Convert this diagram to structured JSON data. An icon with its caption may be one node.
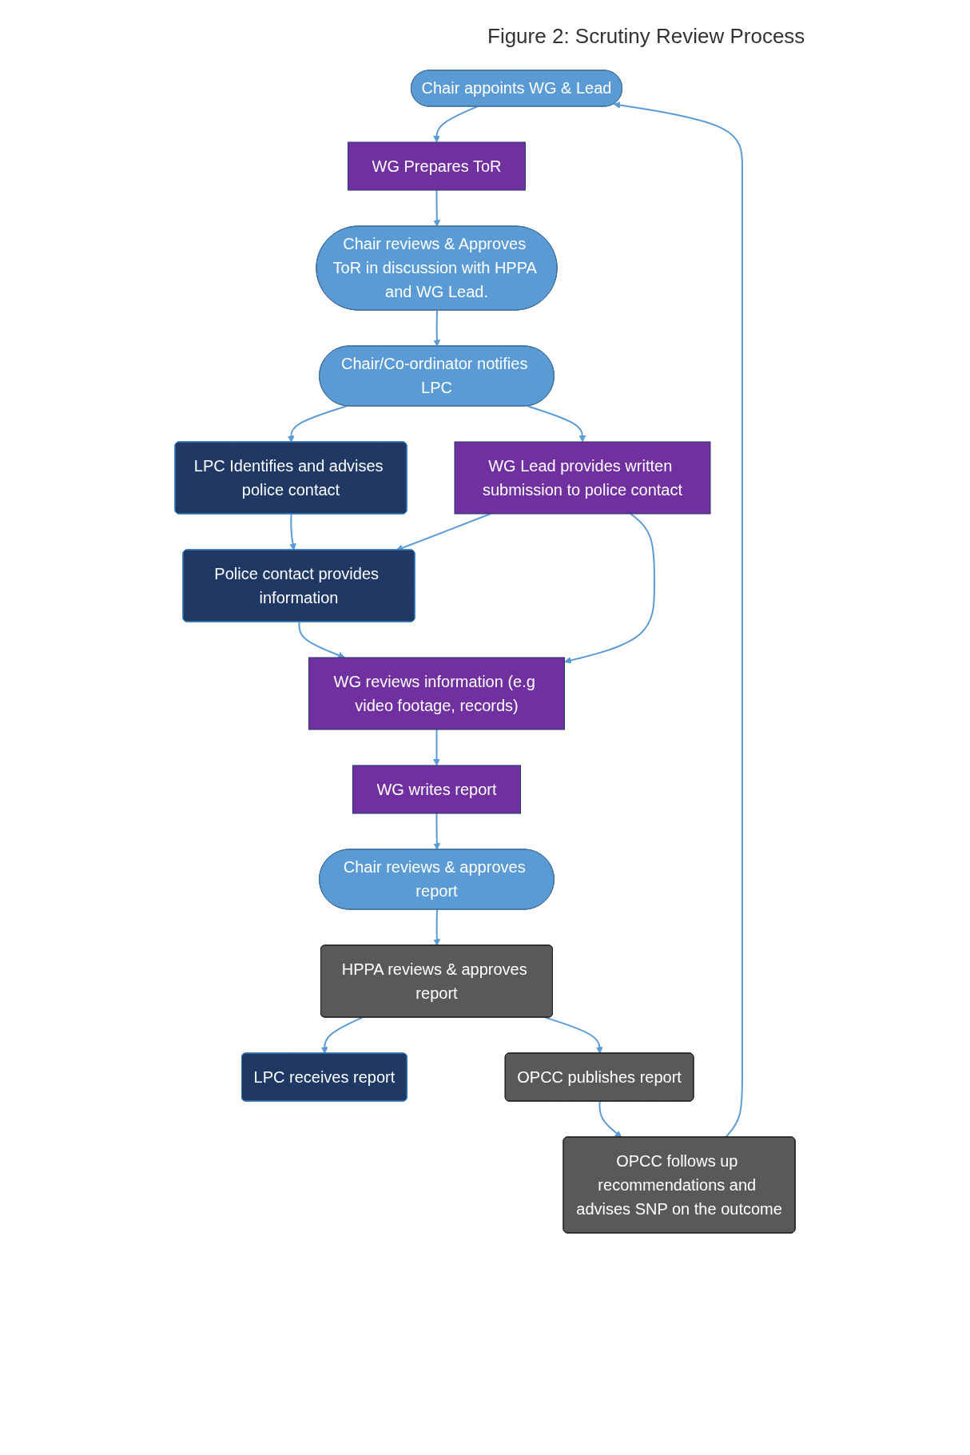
{
  "diagram": {
    "title": "Figure 2: Scrutiny Review Process",
    "nodes": [
      {
        "text": [
          "Chair appoints WG & Lead"
        ]
      },
      {
        "text": [
          "WG Prepares ToR"
        ]
      },
      {
        "text": [
          "Chair reviews & Approves ToR in discussion with HPPA and WG Lead."
        ]
      },
      {
        "text": [
          "Chair/Co-ordinator notifies LPC"
        ]
      },
      {
        "text": [
          "WG Lead provides written submission to police contact"
        ]
      },
      {
        "text": [
          "WG reviews information (e.g video footage, records)"
        ]
      },
      {
        "text": [
          "WG writes report"
        ]
      },
      {
        "text": [
          "Chair reviews & approves report"
        ]
      },
      {
        "text": [
          "LPC receives report"
        ]
      },
      {
        "text": [
          "LPC Identifies and advises police contact"
        ]
      },
      {
        "text": [
          "Police contact provides information"
        ]
      },
      {
        "text": [
          "HPPA reviews & approves report"
        ]
      },
      {
        "text": [
          "OPCC publishes report"
        ]
      },
      {
        "text": [
          "OPCC follows up recommendations and advises SNP on the outcome"
        ]
      }
    ],
    "edges": [
      {
        "from": 0,
        "to": 1,
        "arrow": "to"
      },
      {
        "from": 1,
        "to": 2,
        "arrow": "to"
      },
      {
        "from": 2,
        "to": 3,
        "arrow": "to"
      },
      {
        "from": 3,
        "to": 4,
        "arrow": "to"
      },
      {
        "from": 3,
        "to": 9,
        "arrow": "to"
      },
      {
        "from": 9,
        "to": 10,
        "arrow": "to"
      },
      {
        "from": 4,
        "to": 10,
        "arrow": "to"
      },
      {
        "from": 10,
        "to": 5,
        "arrow": "to"
      },
      {
        "from": 4,
        "to": 5,
        "arrow": "to"
      },
      {
        "from": 5,
        "to": 6,
        "arrow": "to"
      },
      {
        "from": 6,
        "to": 7,
        "arrow": "to"
      },
      {
        "from": 7,
        "to": 11,
        "arrow": "to"
      },
      {
        "from": 11,
        "to": 8,
        "arrow": "to"
      },
      {
        "from": 11,
        "to": 12,
        "arrow": "to"
      },
      {
        "from": 12,
        "to": 13,
        "arrow": "to"
      },
      {
        "from": 13,
        "to": 0,
        "arrow": "to"
      }
    ]
  }
}
